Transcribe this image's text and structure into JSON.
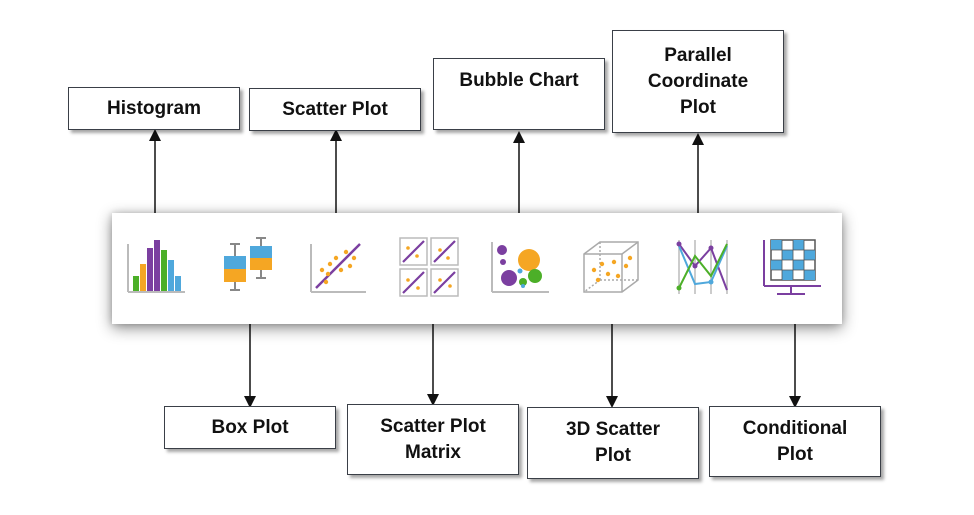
{
  "top_labels": {
    "histogram": "Histogram",
    "scatter_plot": "Scatter Plot",
    "bubble_chart": "Bubble Chart",
    "parallel_coordinate": [
      "Parallel",
      "Coordinate",
      "Plot"
    ]
  },
  "bottom_labels": {
    "box_plot": "Box Plot",
    "scatter_plot_matrix": [
      "Scatter Plot",
      "Matrix"
    ],
    "scatter_3d": [
      "3D Scatter",
      "Plot"
    ],
    "conditional_plot": [
      "Conditional",
      "Plot"
    ]
  },
  "icons": [
    "histogram-icon",
    "box-plot-icon",
    "scatter-plot-icon",
    "scatter-matrix-icon",
    "bubble-chart-icon",
    "3d-scatter-icon",
    "parallel-coordinate-icon",
    "conditional-plot-icon"
  ],
  "colors": {
    "purple": "#7b3fa0",
    "orange": "#f5a623",
    "green": "#4caf28",
    "blue": "#4fa8dc",
    "arrow": "#111111"
  }
}
